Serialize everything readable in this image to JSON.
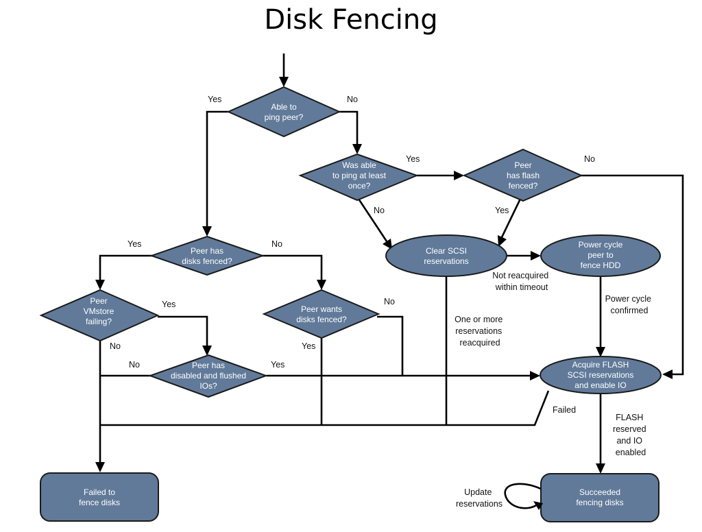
{
  "title": "Disk Fencing",
  "nodes": {
    "ping_peer": [
      "Able to",
      "ping peer?"
    ],
    "was_able_ping": [
      "Was able",
      "to ping  at least",
      "once?"
    ],
    "peer_flash_fenced": [
      "Peer",
      "has flash",
      "fenced?"
    ],
    "peer_has_disks_fenced": [
      "Peer has",
      "disks fenced?"
    ],
    "clear_scsi": [
      "Clear SCSI",
      "reservations"
    ],
    "power_cycle": [
      "Power cycle",
      "peer to",
      "fence HDD"
    ],
    "peer_vmstore_failing": [
      "Peer",
      "VMstore",
      "failing?"
    ],
    "peer_wants_disks_fenced": [
      "Peer wants",
      "disks fenced?"
    ],
    "peer_disabled_flushed": [
      "Peer has",
      "disabled and flushed",
      "IOs?"
    ],
    "acquire_flash": [
      "Acquire FLASH",
      "SCSI reservations",
      "and enable IO"
    ],
    "failed_to_fence": [
      "Failed to",
      "fence disks"
    ],
    "succeeded_fencing": [
      "Succeeded",
      "fencing disks"
    ]
  },
  "edges": {
    "ping_yes": "Yes",
    "ping_no": "No",
    "was_able_yes": "Yes",
    "was_able_no": "No",
    "flash_no": "No",
    "flash_yes": "Yes",
    "disks_fenced_yes": "Yes",
    "disks_fenced_no": "No",
    "vmstore_yes": "Yes",
    "vmstore_no": "No",
    "wants_no": "No",
    "wants_yes": "Yes",
    "disabled_no": "No",
    "disabled_yes": "Yes",
    "not_reacquired": [
      "Not reacquired",
      "within timeout"
    ],
    "power_cycle_confirmed": [
      "Power cycle",
      "confirmed"
    ],
    "one_or_more": [
      "One or more",
      "reservations",
      "reacquired"
    ],
    "failed": "Failed",
    "flash_reserved": [
      "FLASH",
      "reserved",
      "and IO",
      "enabled"
    ],
    "update_reservations": [
      "Update",
      "reservations"
    ]
  }
}
